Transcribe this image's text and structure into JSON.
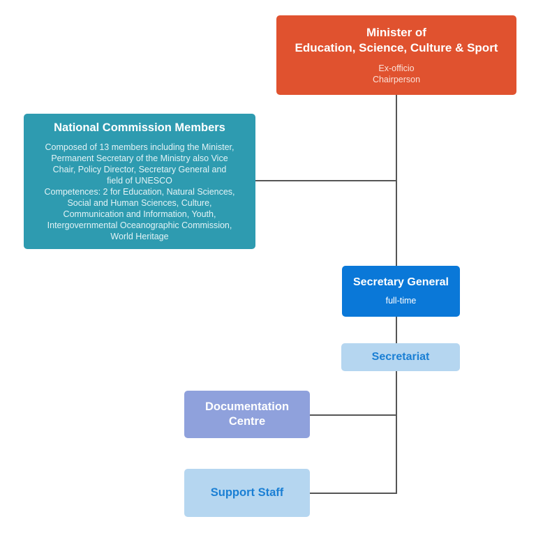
{
  "minister": {
    "title_line1": "Minister of",
    "title_line2": "Education, Science, Culture & Sport",
    "sub_line1": "Ex-officio",
    "sub_line2": "Chairperson"
  },
  "commission": {
    "title": "National Commission Members",
    "lines": [
      "Composed of 13 members including the Minister,",
      "Permanent Secretary of the Ministry also Vice",
      "Chair, Policy Director, Secretary General and",
      "field of UNESCO",
      "Competences: 2 for Education, Natural Sciences,",
      "Social and Human Sciences, Culture,",
      "Communication and Information, Youth,",
      "Intergovernmental Oceanographic Commission,",
      "World Heritage"
    ]
  },
  "secretary_general": {
    "title": "Secretary General",
    "sub": "full-time"
  },
  "secretariat": {
    "title": "Secretariat"
  },
  "documentation": {
    "title_line1": "Documentation",
    "title_line2": "Centre"
  },
  "support_staff": {
    "title": "Support Staff"
  },
  "colors": {
    "minister": "#E0522F",
    "commission": "#2E9BB0",
    "secretary_general": "#0A78D8",
    "light_blue": "#B5D6F0",
    "documentation": "#8FA1DC",
    "connector": "#555555"
  }
}
